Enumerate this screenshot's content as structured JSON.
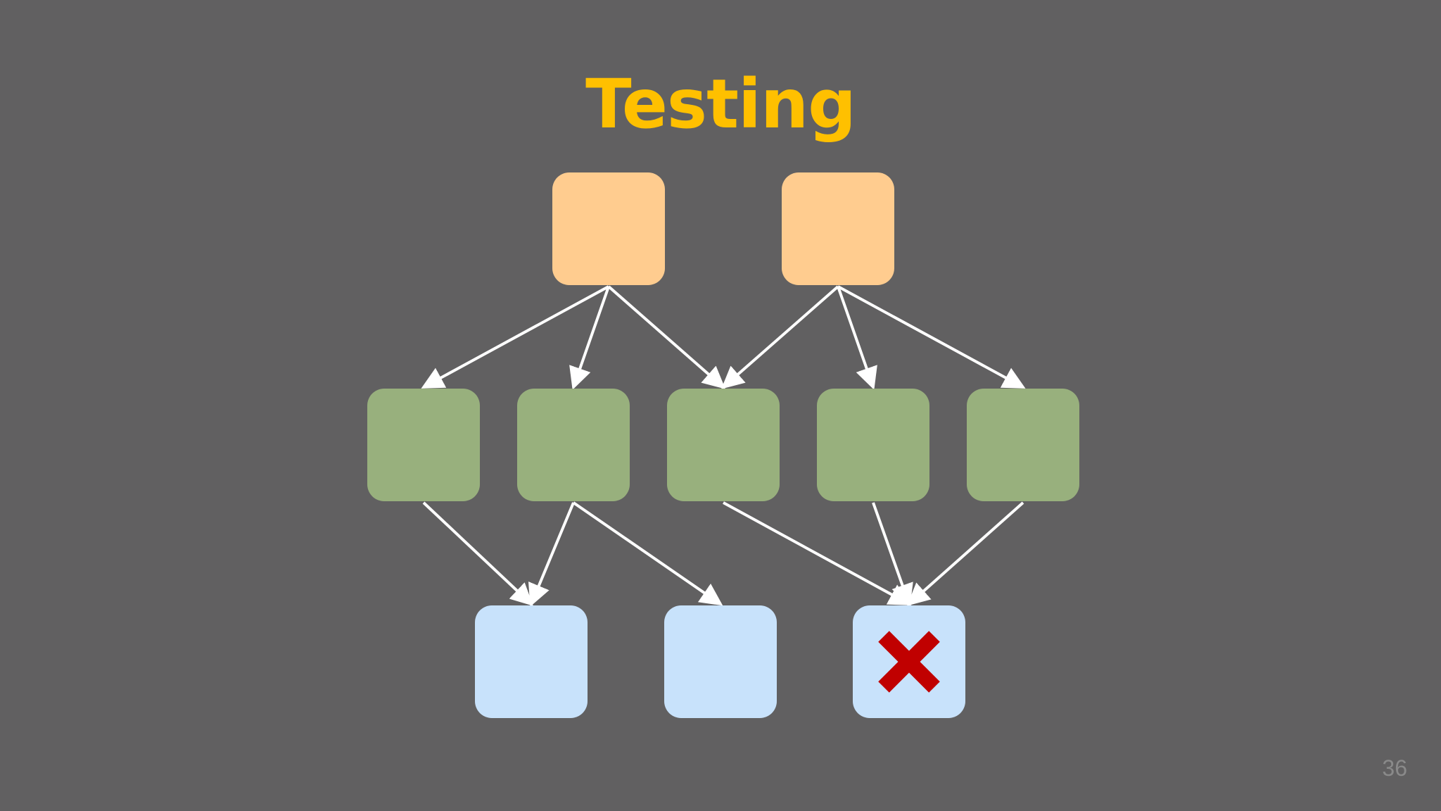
{
  "slide": {
    "title": "Testing",
    "page_number": "36"
  },
  "colors": {
    "background": "#616061",
    "title": "#FFC000",
    "top_node": "#FFCC8F",
    "middle_node": "#98B07D",
    "bottom_node": "#C8E2FB",
    "edge": "#FFFFFF",
    "failure_mark": "#C00000"
  },
  "diagram": {
    "nodes": [
      {
        "id": "top-1",
        "tier": "top",
        "color": "top_node"
      },
      {
        "id": "top-2",
        "tier": "top",
        "color": "top_node"
      },
      {
        "id": "mid-1",
        "tier": "middle",
        "color": "middle_node"
      },
      {
        "id": "mid-2",
        "tier": "middle",
        "color": "middle_node"
      },
      {
        "id": "mid-3",
        "tier": "middle",
        "color": "middle_node"
      },
      {
        "id": "mid-4",
        "tier": "middle",
        "color": "middle_node"
      },
      {
        "id": "mid-5",
        "tier": "middle",
        "color": "middle_node"
      },
      {
        "id": "bot-1",
        "tier": "bottom",
        "color": "bottom_node"
      },
      {
        "id": "bot-2",
        "tier": "bottom",
        "color": "bottom_node"
      },
      {
        "id": "bot-3",
        "tier": "bottom",
        "color": "bottom_node",
        "failed": true
      }
    ],
    "edges": [
      [
        "top-1",
        "mid-1"
      ],
      [
        "top-1",
        "mid-2"
      ],
      [
        "top-1",
        "mid-3"
      ],
      [
        "top-2",
        "mid-3"
      ],
      [
        "top-2",
        "mid-4"
      ],
      [
        "top-2",
        "mid-5"
      ],
      [
        "mid-1",
        "bot-1"
      ],
      [
        "mid-2",
        "bot-1"
      ],
      [
        "mid-2",
        "bot-2"
      ],
      [
        "mid-3",
        "bot-3"
      ],
      [
        "mid-4",
        "bot-3"
      ],
      [
        "mid-5",
        "bot-3"
      ]
    ],
    "failure_icon": "red-x-icon"
  }
}
